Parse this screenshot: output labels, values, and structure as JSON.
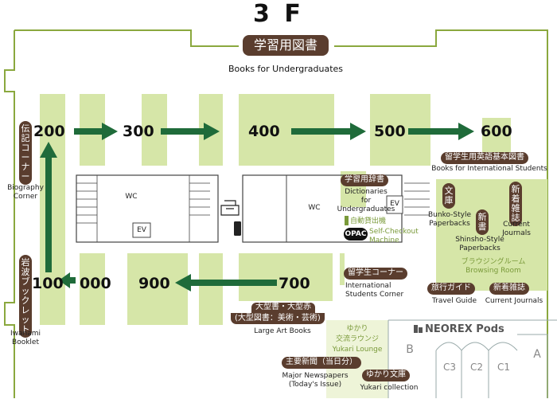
{
  "floor": {
    "label": "3 F"
  },
  "title": {
    "ja": "学習用図書",
    "en": "Books for Undergraduates"
  },
  "shelves": {
    "s200": "200",
    "s300": "300",
    "s400": "400",
    "s500": "500",
    "s600": "600",
    "s100": "100",
    "s000": "000",
    "s900": "900",
    "s700": "700"
  },
  "labels": {
    "biography_ja": "伝記コーナー",
    "biography_en1": "Biography",
    "biography_en2": "Corner",
    "iwanami_ja": "岩波ブックレット",
    "iwanami_en1": "Iwanami",
    "iwanami_en2": "Booklet",
    "intl_books_ja": "留学生用英語基本図書",
    "intl_books_en": "Books for International Students",
    "dict_ja": "学習用辞書",
    "dict_en1": "Dictionaries",
    "dict_en2": "for",
    "dict_en3": "Undergraduates",
    "selfcheck_ja": "自動貸出機",
    "selfcheck_en1": "Self-Checkout",
    "selfcheck_en2": "Machine",
    "opac": "OPAC",
    "bunko_ja": "文庫",
    "bunko_en1": "Bunko-Style",
    "bunko_en2": "Paperbacks",
    "shinsho_ja": "新書",
    "shinsho_en1": "Shinsho-Style",
    "shinsho_en2": "Paperbacks",
    "current_j_ja": "新着雑誌",
    "current_j_en1": "Current",
    "current_j_en2": "Journals",
    "browsing_ja": "ブラウジングルーム",
    "browsing_en": "Browsing Room",
    "intl_corner_ja": "留学生コーナー",
    "intl_corner_en1": "International",
    "intl_corner_en2": "Students Corner",
    "travel_ja": "旅行ガイド",
    "travel_en": "Travel Guide",
    "current_j2_ja": "新着雑誌",
    "current_j2_en": "Current Journals",
    "large_ja1": "大型書・大型赤",
    "large_ja2": "(大型図書：美術・芸術)",
    "large_en": "Large Art Books",
    "yukari_ja1": "ゆかり",
    "yukari_ja2": "交流ラウンジ",
    "yukari_en": "Yukari Lounge",
    "newspapers_ja": "主要新聞（当日分）",
    "newspapers_en1": "Major Newspapers",
    "newspapers_en2": "(Today's Issue)",
    "yukari_col_ja": "ゆかり文庫",
    "yukari_col_en": "Yukari collection",
    "neorex": "NEOREX Pods",
    "wc1": "WC",
    "wc2": "WC",
    "ev1": "EV",
    "ev2": "EV",
    "roomB": "B",
    "roomA": "A",
    "roomC3": "C3",
    "roomC2": "C2",
    "roomC1": "C1"
  },
  "colors": {
    "shelf": "#d6e6a8",
    "arrow": "#1f6b3a",
    "pill": "#5a3d2e",
    "wall": "#8aa83e"
  }
}
